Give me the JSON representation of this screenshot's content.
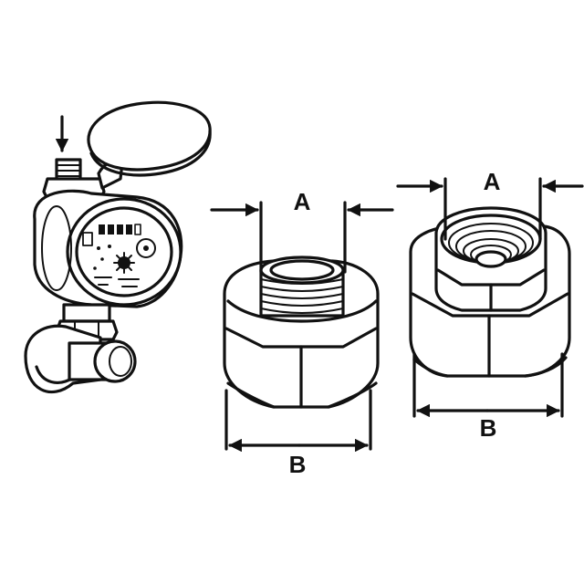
{
  "diagram": {
    "dimension_labels": {
      "male_fitting_thread": "A",
      "male_fitting_nut": "B",
      "female_fitting_thread": "A",
      "female_fitting_nut": "B"
    },
    "colors": {
      "ink": "#111111",
      "paper": "#ffffff"
    }
  }
}
